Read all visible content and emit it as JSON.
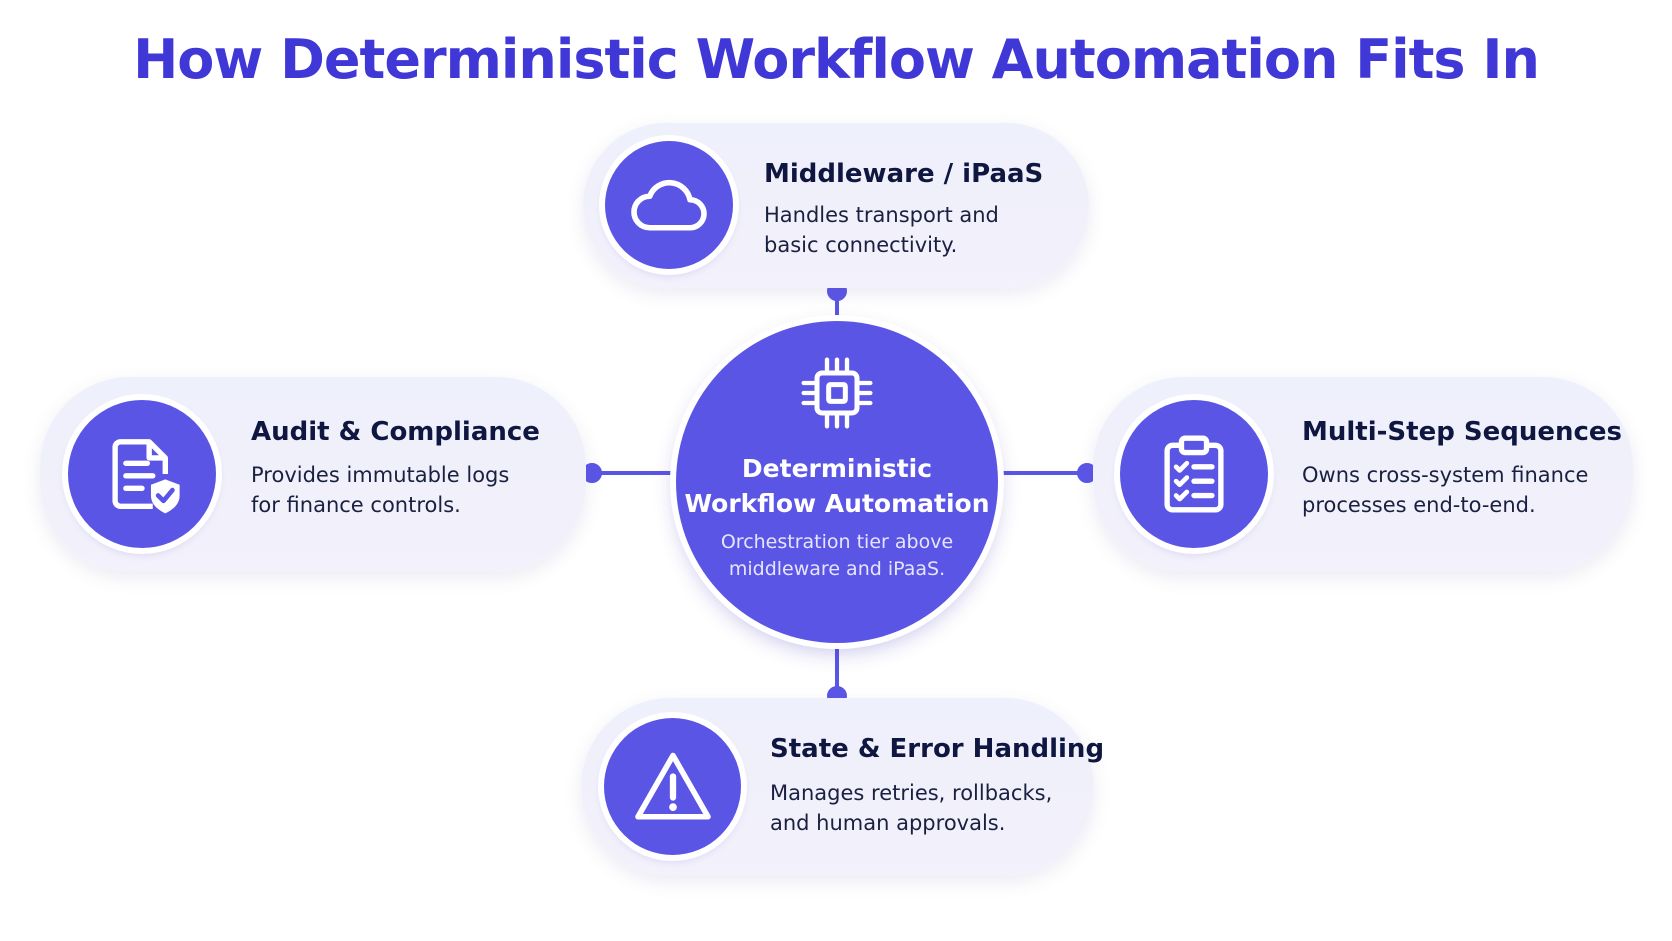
{
  "title": "How Deterministic Workflow Automation Fits In",
  "colors": {
    "accent": "#5b55e6",
    "title": "#3f37d6",
    "card_bg": "#eef0fb",
    "text_dark": "#0f1740"
  },
  "center": {
    "icon": "cpu-chip-icon",
    "title": "Deterministic\nWorkflow Automation",
    "description": "Orchestration tier above\nmiddleware and iPaaS."
  },
  "nodes": {
    "top": {
      "icon": "cloud-icon",
      "label": "Middleware / iPaaS",
      "description": "Handles transport and\nbasic connectivity."
    },
    "left": {
      "icon": "document-shield-icon",
      "label": "Audit & Compliance",
      "description": "Provides immutable logs\nfor finance controls."
    },
    "right": {
      "icon": "clipboard-checklist-icon",
      "label": "Multi-Step Sequences",
      "description": "Owns cross-system finance\nprocesses end-to-end."
    },
    "bottom": {
      "icon": "warning-triangle-icon",
      "label": "State & Error Handling",
      "description": "Manages retries, rollbacks,\nand human approvals."
    }
  }
}
